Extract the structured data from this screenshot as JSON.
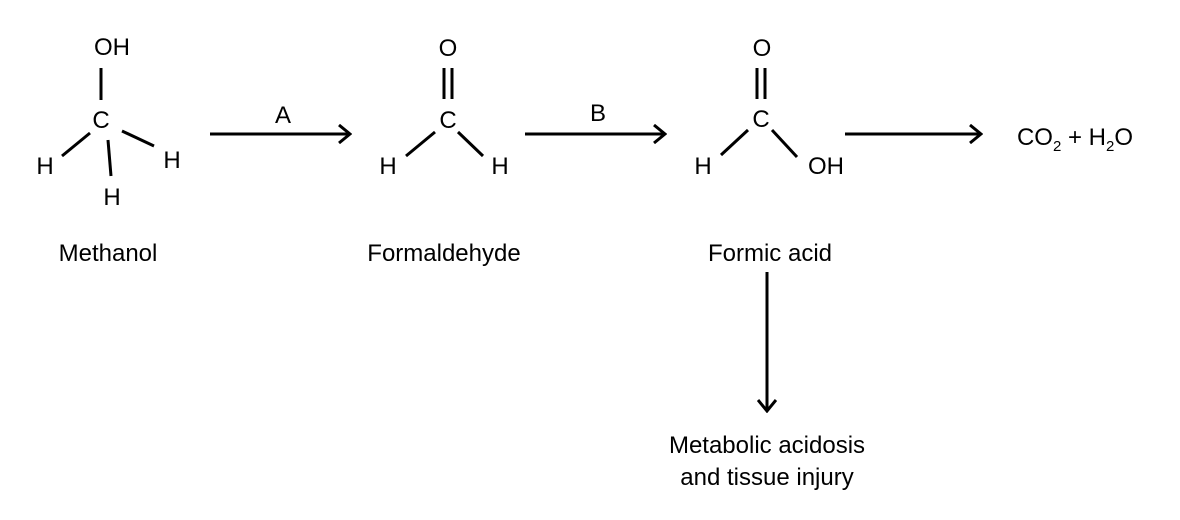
{
  "compounds": {
    "methanol": {
      "name": "Methanol",
      "atoms": {
        "oh": "OH",
        "c": "C",
        "h1": "H",
        "h2": "H",
        "h3": "H"
      }
    },
    "formaldehyde": {
      "name": "Formaldehyde",
      "atoms": {
        "o": "O",
        "c": "C",
        "h1": "H",
        "h2": "H"
      }
    },
    "formic_acid": {
      "name": "Formic acid",
      "atoms": {
        "o": "O",
        "c": "C",
        "h": "H",
        "oh": "OH"
      }
    }
  },
  "arrows": {
    "a_label": "A",
    "b_label": "B"
  },
  "products": {
    "co": "CO",
    "sub2a": "2",
    "plus_h": " + H",
    "sub2b": "2",
    "o": "O"
  },
  "outcome": {
    "line1": "Metabolic acidosis",
    "line2": "and tissue injury"
  }
}
